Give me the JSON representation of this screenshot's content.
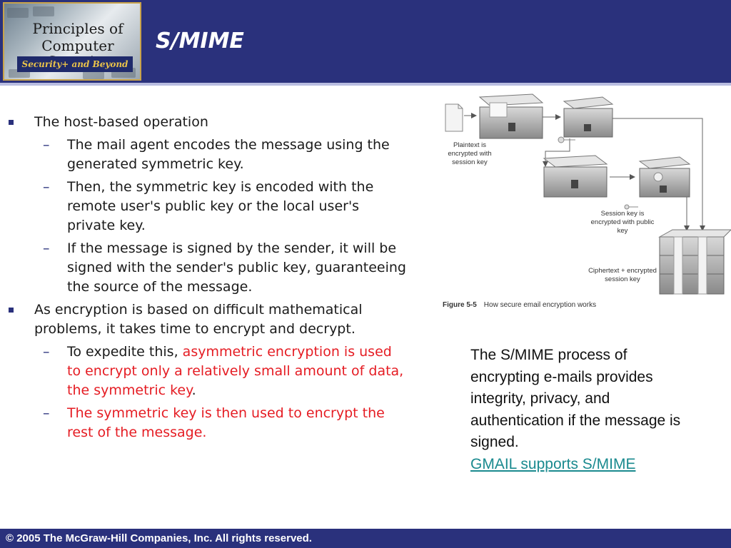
{
  "header": {
    "logo": {
      "line1": "Principles of",
      "line2": "Computer Security",
      "tagline": "Security+ and Beyond"
    },
    "title": "S/MIME"
  },
  "bullets": [
    {
      "text": "The host-based operation",
      "sub": [
        "The mail agent encodes the message using the generated symmetric key.",
        "Then, the symmetric key is encoded with the remote user's public key or the local user's private key.",
        "If the message is signed by the sender, it will be signed with the sender's public key, guaranteeing the source of the message."
      ]
    },
    {
      "text": "As encryption is based on difficult mathematical problems, it takes time to encrypt and decrypt.",
      "sub": [
        {
          "prefix": "To expedite this, ",
          "highlight": "asymmetric encryption is used to encrypt only a relatively small amount of data, the symmetric key",
          "suffix": "."
        },
        "The symmetric key is then used to encrypt the rest of the message."
      ]
    }
  ],
  "sub_marker": "–",
  "figure": {
    "labels": {
      "plaintext": "Plaintext is encrypted with session key",
      "session_key": "Session key is encrypted with public key",
      "ciphertext": "Ciphertext + encrypted session key"
    },
    "caption_number": "Figure 5-5",
    "caption_text": "How secure email encryption works"
  },
  "side_note": {
    "text": "The S/MIME process of encrypting e-mails provides integrity, privacy, and authentication if the message is signed.",
    "link": "GMAIL supports S/MIME"
  },
  "footer": {
    "text": "© 2005 The McGraw-Hill Companies, Inc. All rights reserved."
  },
  "colors": {
    "header_bg": "#2a317c",
    "highlight_red": "#e51c23",
    "link": "#1a8a8f"
  }
}
